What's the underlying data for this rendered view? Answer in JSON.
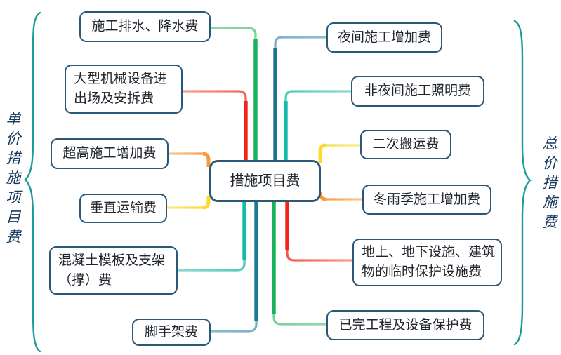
{
  "center_node": {
    "label": "措施项目费"
  },
  "left_group": {
    "brace_label": "单价措施项目费",
    "nodes": [
      {
        "id": "construction-drainage",
        "label": "施工排水、降水费",
        "branch_color": "#17b25a"
      },
      {
        "id": "large-machinery-mobilization",
        "label": "大型机械设备进\n出场及安拆费",
        "branch_color": "#f0261b"
      },
      {
        "id": "super-high-construction",
        "label": "超高施工增加费",
        "branch_color": "#f8993c"
      },
      {
        "id": "vertical-transport",
        "label": "垂直运输费",
        "branch_color": "#fbd92e"
      },
      {
        "id": "concrete-formwork-support",
        "label": "混凝土模板及支架\n（撑）费",
        "branch_color": "#14bcab"
      },
      {
        "id": "scaffolding",
        "label": "脚手架费",
        "branch_color": "#1c7a92"
      }
    ]
  },
  "right_group": {
    "brace_label": "总价措施费",
    "nodes": [
      {
        "id": "night-construction",
        "label": "夜间施工增加费",
        "branch_color": "#1e7290"
      },
      {
        "id": "non-night-lighting",
        "label": "非夜间施工照明费",
        "branch_color": "#14bcab"
      },
      {
        "id": "secondary-handling",
        "label": "二次搬运费",
        "branch_color": "#fbd92e"
      },
      {
        "id": "winter-rainy-season",
        "label": "冬雨季施工增加费",
        "branch_color": "#f8993c"
      },
      {
        "id": "temporary-protection-facilities",
        "label": "地上、地下设施、建筑\n物的临时保护设施费",
        "branch_color": "#f0261b"
      },
      {
        "id": "completed-works-protection",
        "label": "已完工程及设备保护费",
        "branch_color": "#17b25a"
      }
    ]
  },
  "colors": {
    "node_border": "#2b5877",
    "node_text": "#20262e",
    "brace": "#1d9b9b",
    "brace_label_text": "#17375e",
    "green": "#17b25a",
    "green_light": "#8bd9a4",
    "red": "#f0261b",
    "red_light": "#f89d92",
    "steel_blue": "#1e7290",
    "steel_blue_light": "#8fbdd8",
    "teal": "#14bcab",
    "teal_light": "#8fd8d0",
    "dark_teal": "#1c7a92",
    "dark_teal_light": "#86bccb",
    "orange": "#f8993c",
    "orange_light": "#fbc88d",
    "yellow": "#fbd92e",
    "yellow_light": "#f8ea8f"
  }
}
